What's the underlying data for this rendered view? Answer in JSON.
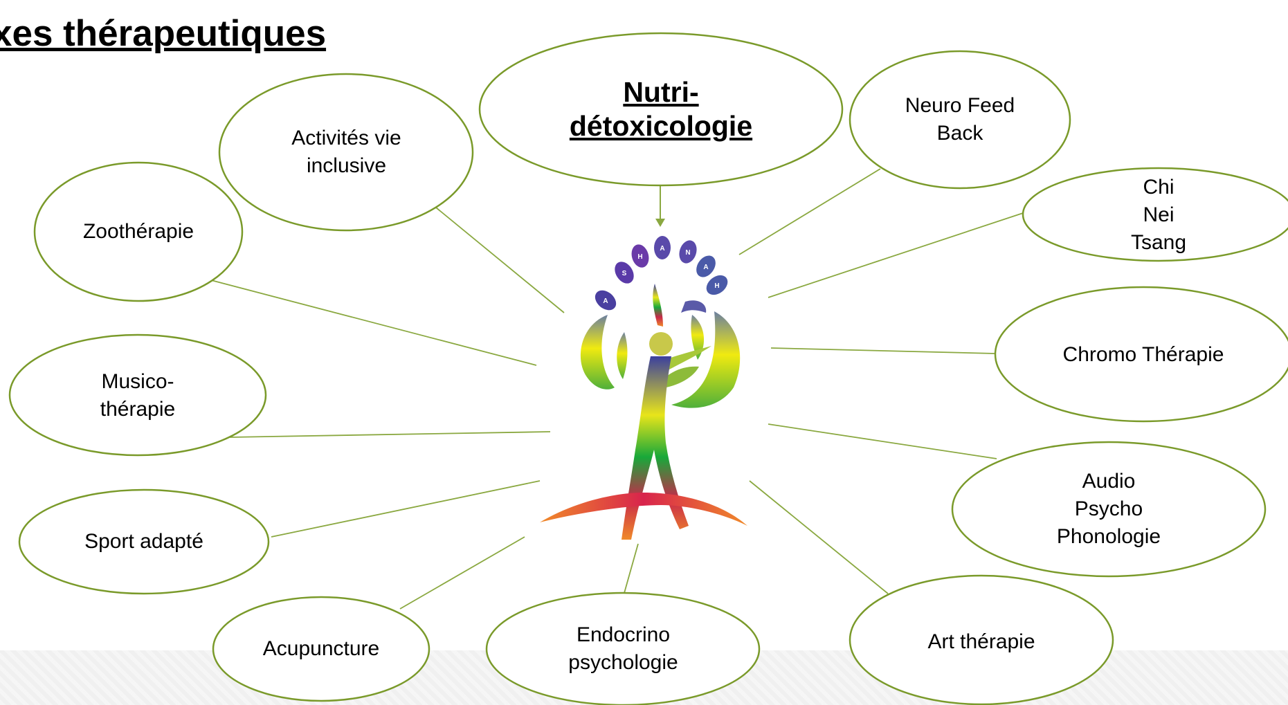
{
  "title": "xes thérapeutiques",
  "center": {
    "label": "Nutri-\ndétoxicologie"
  },
  "logo": {
    "letters": [
      "A",
      "S",
      "H",
      "A",
      "N",
      "A",
      "H"
    ]
  },
  "nodes": [
    {
      "id": "zootherapie",
      "label": "Zoothérapie"
    },
    {
      "id": "activites",
      "label": "Activités vie\ninclusive"
    },
    {
      "id": "musico",
      "label": "Musico-\nthérapie"
    },
    {
      "id": "sport",
      "label": "Sport adapté"
    },
    {
      "id": "acupuncture",
      "label": "Acupuncture"
    },
    {
      "id": "endocrino",
      "label": "Endocrino\npsychologie"
    },
    {
      "id": "art",
      "label": "Art thérapie"
    },
    {
      "id": "audio",
      "label": "Audio\nPsycho\nPhonologie"
    },
    {
      "id": "chromo",
      "label": "Chromo Thérapie"
    },
    {
      "id": "chi",
      "label": "Chi\nNei\nTsang"
    },
    {
      "id": "neuro",
      "label": "Neuro Feed\nBack"
    }
  ],
  "colors": {
    "outline": "#7a9a2a",
    "connector": "#8aa840"
  }
}
